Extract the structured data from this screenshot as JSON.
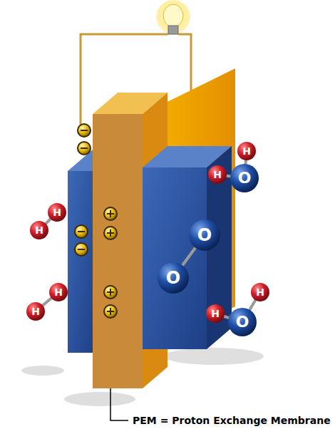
{
  "diagram": {
    "labels": [
      "H",
      "H",
      "O",
      "H",
      "H",
      "O",
      "O",
      "H",
      "H",
      "H",
      "H",
      "O",
      "PEM = Proton Exchange Membrane"
    ]
  }
}
